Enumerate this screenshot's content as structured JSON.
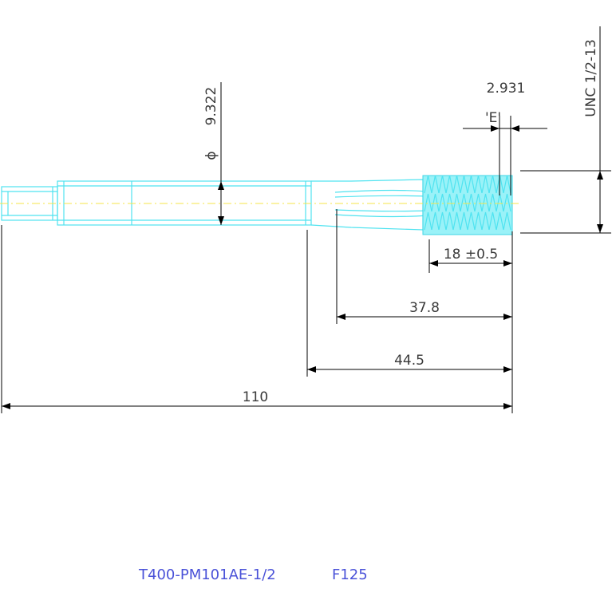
{
  "drawing": {
    "dimensions": {
      "diameter_symbol": "ϕ",
      "diameter": "9.322",
      "thread_spec": "UNC 1/2-13",
      "pitch_diameter": "2.931",
      "e_label": "'E'",
      "thread_length": "18 ±0.5",
      "length_a": "37.8",
      "length_b": "44.5",
      "total_length": "110"
    },
    "title_block": {
      "part_number": "T400-PM101AE-1/2",
      "code": "F125"
    },
    "colors": {
      "geometry": "#4fe3f0",
      "centerline": "#f5e44a",
      "dimension": "#000000",
      "label": "#4a52d8"
    }
  }
}
